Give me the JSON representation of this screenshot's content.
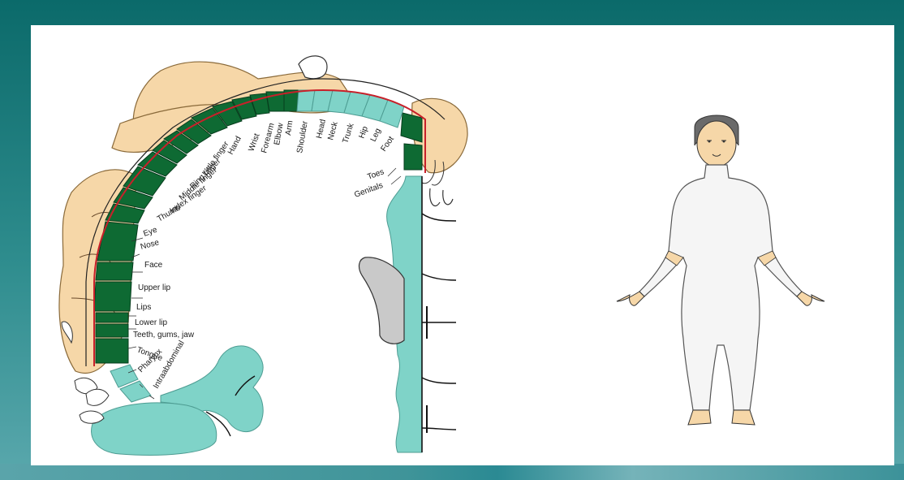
{
  "colors": {
    "frame": "#0b6a6a",
    "motor_dark_green": "#0e6a33",
    "light_teal": "#7fd3c8",
    "skin": "#f6d7a8"
  },
  "labels": {
    "toes": "Toes",
    "genitals": "Genitals",
    "foot": "Foot",
    "leg": "Leg",
    "hip": "Hip",
    "trunk": "Trunk",
    "neck": "Neck",
    "head": "Head",
    "shoulder": "Shoulder",
    "arm": "Arm",
    "elbow": "Elbow",
    "forearm": "Forearm",
    "wrist": "Wrist",
    "hand": "Hand",
    "little_finger": "Little finger",
    "ring_finger": "Ring finger",
    "middle_finger": "Middle finger",
    "index_finger": "Index finger",
    "thumb": "Thumb",
    "eye": "Eye",
    "nose": "Nose",
    "face": "Face",
    "upper_lip": "Upper lip",
    "lips": "Lips",
    "lower_lip": "Lower lip",
    "teeth_gums_jaw": "Teeth, gums, jaw",
    "tongue": "Tongue",
    "pharynx": "Pharynx",
    "intraabdominal": "Intraabdominal"
  }
}
